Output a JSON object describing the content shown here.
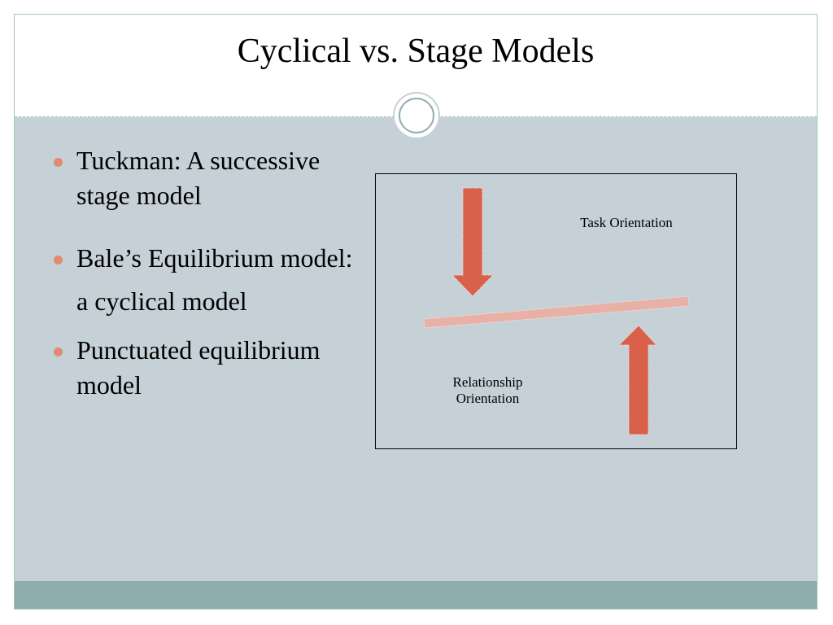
{
  "slide": {
    "title": "Cyclical vs. Stage Models",
    "bullets": [
      "Tuckman: A successive stage model",
      "Bale’s Equilibrium model: a cyclical model",
      "Punctuated equilibrium model"
    ],
    "diagram": {
      "top_label": "Task Orientation",
      "bottom_label": "Relationship Orientation"
    }
  },
  "colors": {
    "background": "#c5d1d7",
    "arrow": "#d9604b",
    "beam": "#e8b1a8",
    "footer": "#8dacac",
    "bullet": "#e08a72"
  }
}
